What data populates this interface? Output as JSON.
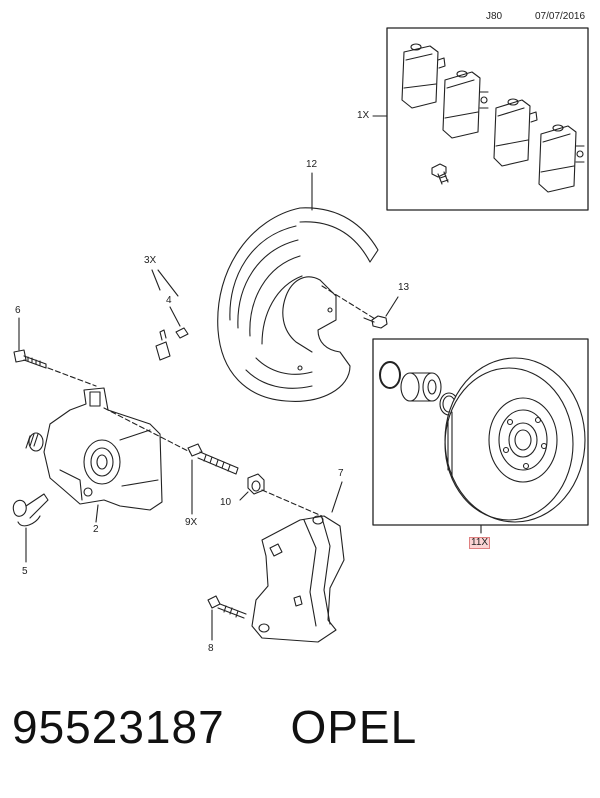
{
  "header": {
    "code": "J80",
    "date": "07/07/2016"
  },
  "callouts": {
    "c1x": "1X",
    "c2": "2",
    "c3x": "3X",
    "c4": "4",
    "c5": "5",
    "c6": "6",
    "c7": "7",
    "c8": "8",
    "c9x": "9X",
    "c10": "10",
    "c11x": "11X",
    "c12": "12",
    "c13": "13"
  },
  "footer": {
    "part_number": "95523187",
    "brand": "OPEL"
  },
  "colors": {
    "line": "#222222",
    "highlight": "#fbd4d4",
    "background": "#ffffff"
  }
}
